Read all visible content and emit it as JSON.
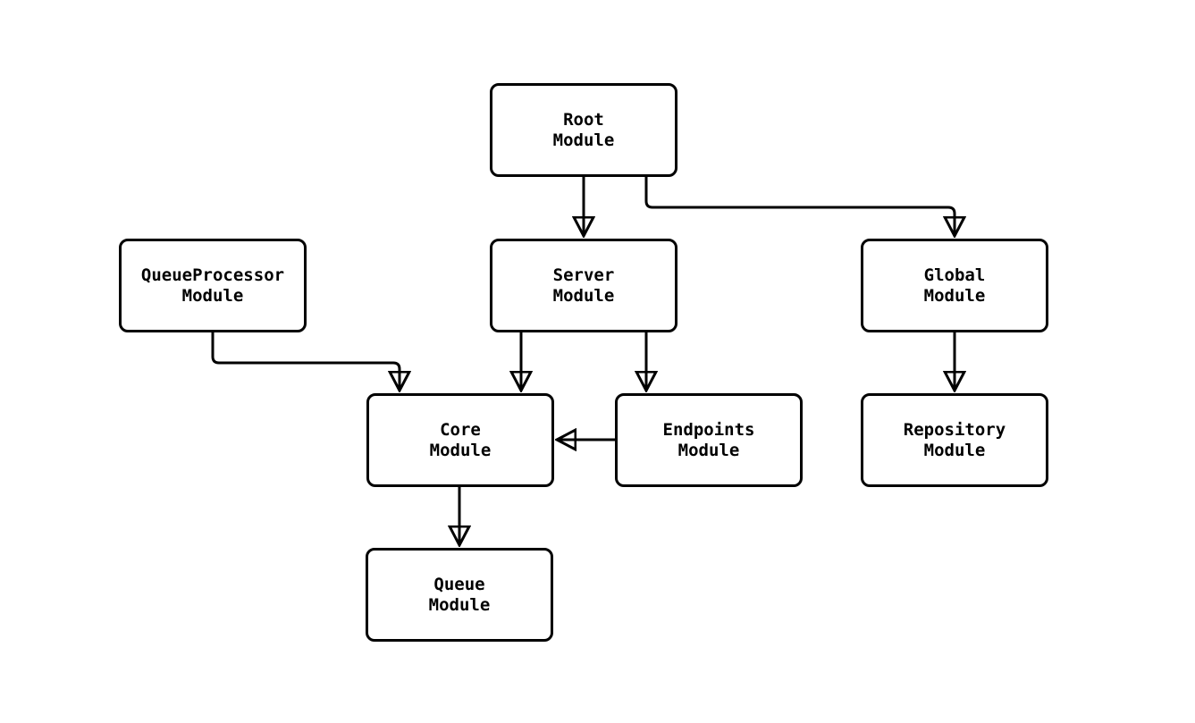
{
  "diagram": {
    "type": "module-dependency-flowchart",
    "colors": {
      "background": "#ffffff",
      "node_fill": "#ffffff",
      "node_border": "#000000",
      "edge_stroke": "#000000",
      "text": "#000000"
    },
    "nodes": [
      {
        "id": "root",
        "label": "Root Module",
        "lines": [
          "Root",
          "Module"
        ]
      },
      {
        "id": "queueprocessor",
        "label": "QueueProcessor Module",
        "lines": [
          "QueueProcessor",
          "Module"
        ]
      },
      {
        "id": "server",
        "label": "Server Module",
        "lines": [
          "Server",
          "Module"
        ]
      },
      {
        "id": "global",
        "label": "Global Module",
        "lines": [
          "Global",
          "Module"
        ]
      },
      {
        "id": "core",
        "label": "Core Module",
        "lines": [
          "Core",
          "Module"
        ]
      },
      {
        "id": "endpoints",
        "label": "Endpoints Module",
        "lines": [
          "Endpoints",
          "Module"
        ]
      },
      {
        "id": "repository",
        "label": "Repository Module",
        "lines": [
          "Repository",
          "Module"
        ]
      },
      {
        "id": "queue",
        "label": "Queue Module",
        "lines": [
          "Queue",
          "Module"
        ]
      }
    ],
    "edges": [
      {
        "from": "root",
        "to": "server"
      },
      {
        "from": "root",
        "to": "global"
      },
      {
        "from": "queueprocessor",
        "to": "core"
      },
      {
        "from": "server",
        "to": "core"
      },
      {
        "from": "server",
        "to": "endpoints"
      },
      {
        "from": "endpoints",
        "to": "core"
      },
      {
        "from": "global",
        "to": "repository"
      },
      {
        "from": "core",
        "to": "queue"
      }
    ]
  }
}
